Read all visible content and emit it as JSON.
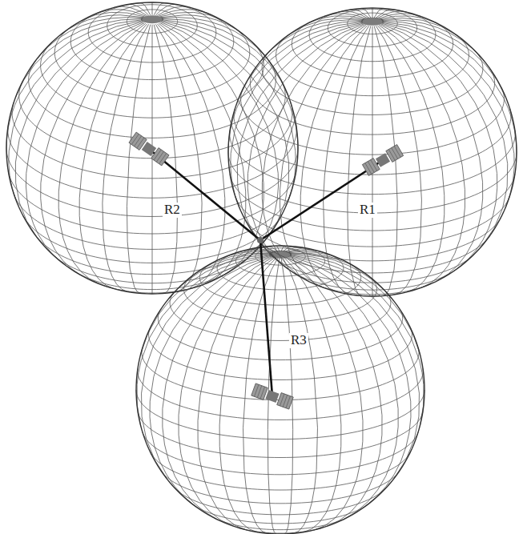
{
  "diagram": {
    "labels": [
      "R2",
      "R1",
      "R3"
    ]
  }
}
